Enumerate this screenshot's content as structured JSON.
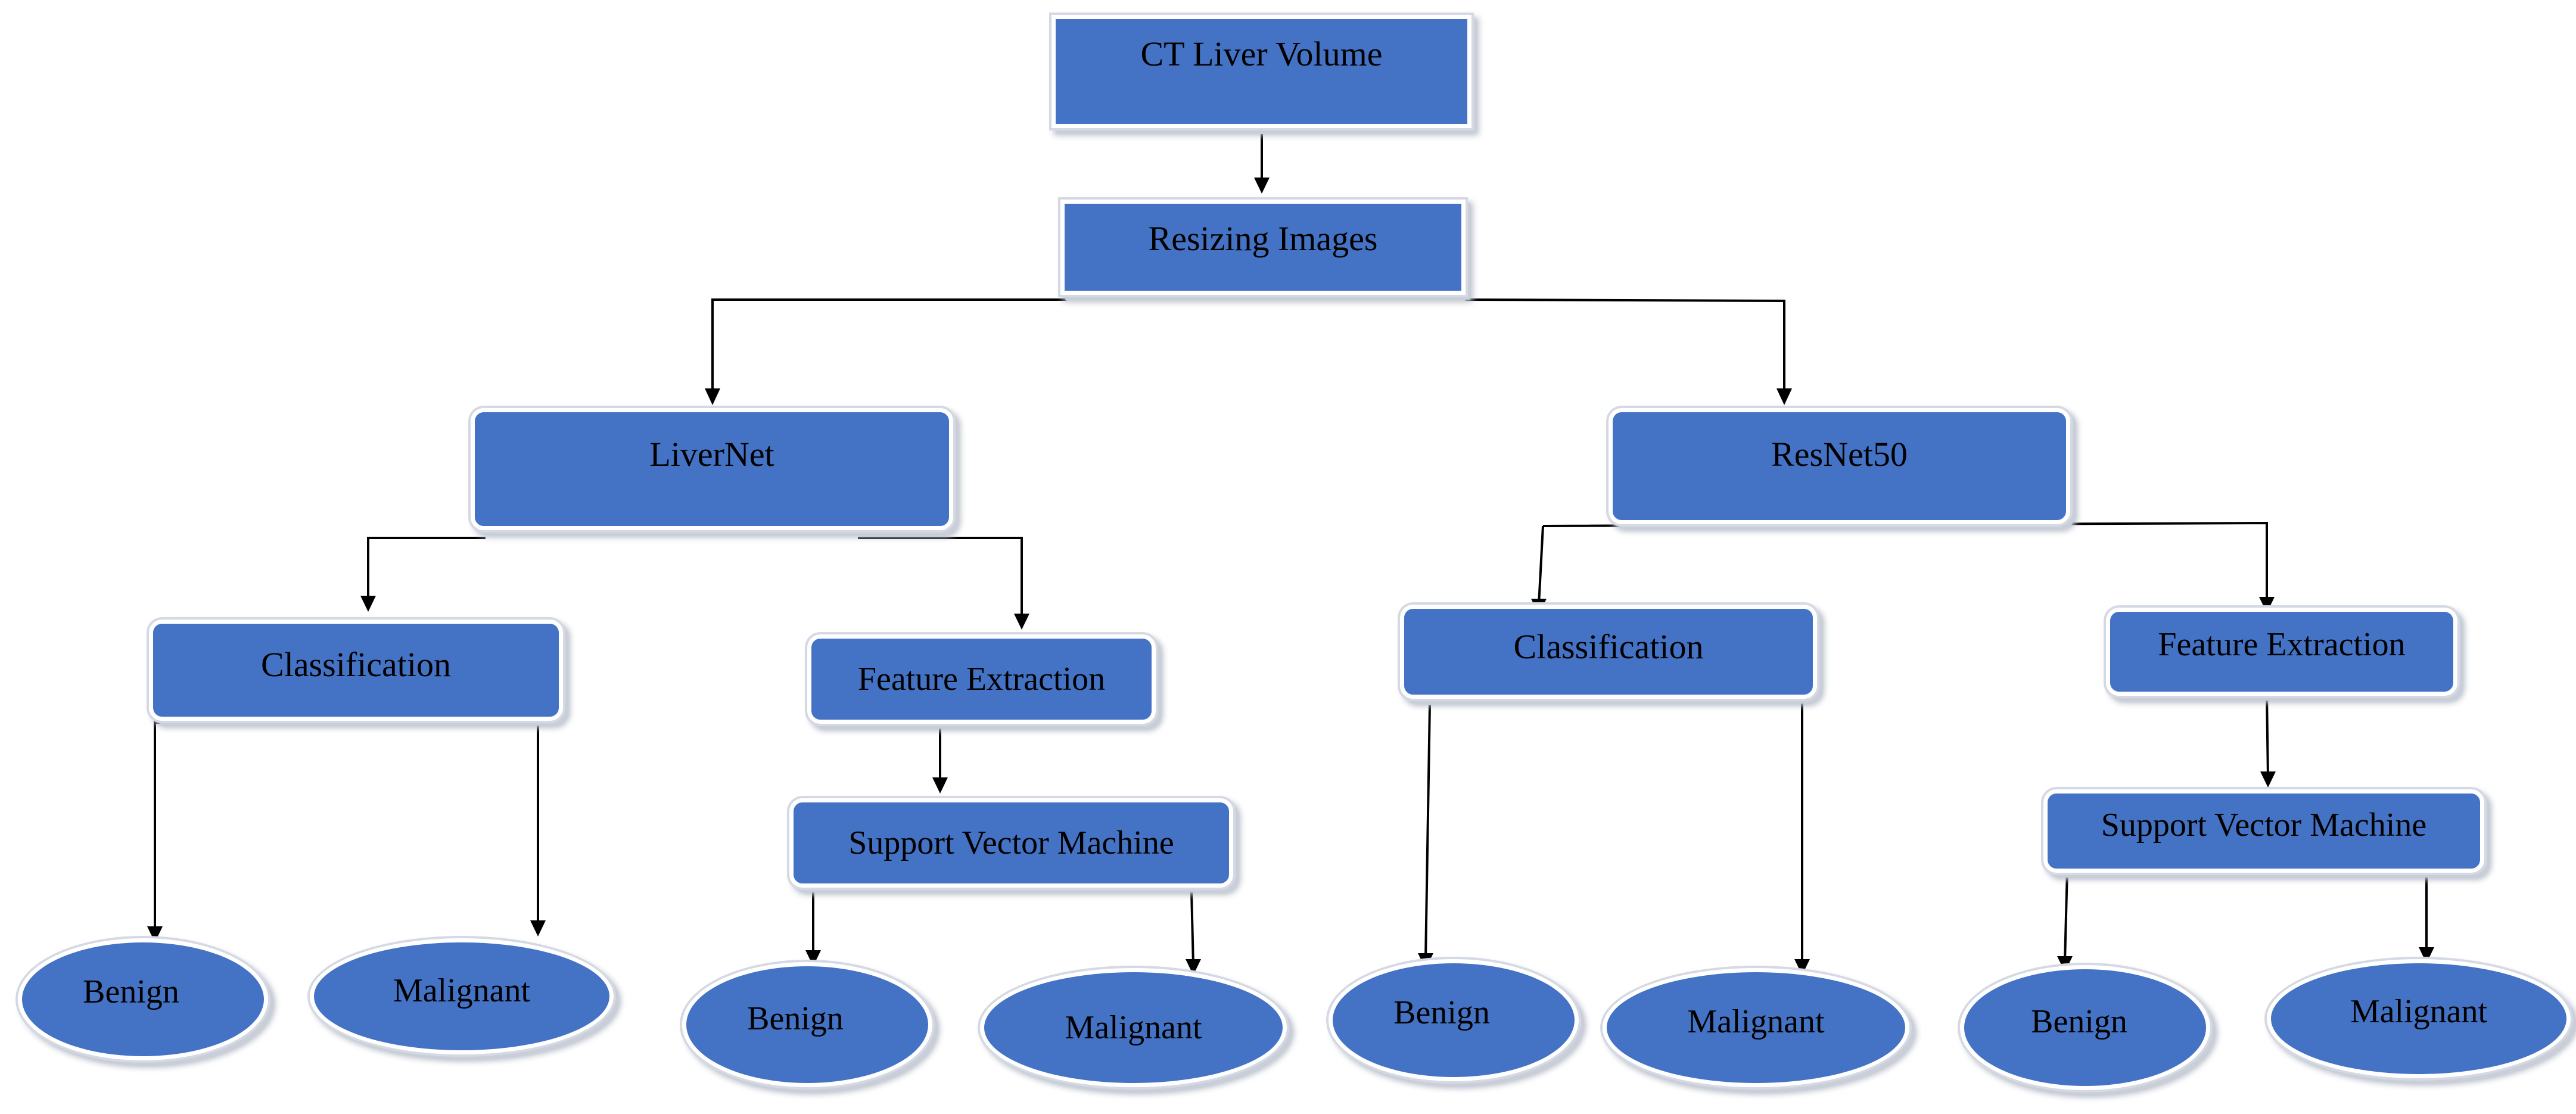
{
  "diagram": {
    "root": {
      "label": "CT Liver Volume"
    },
    "preprocess": {
      "label": "Resizing Images"
    },
    "left_model": {
      "label": "LiverNet",
      "classification": {
        "label": "Classification",
        "outputs": [
          "Benign",
          "Malignant"
        ]
      },
      "feature_extraction": {
        "label": "Feature Extraction"
      },
      "svm": {
        "label": "Support Vector Machine",
        "outputs": [
          "Benign",
          "Malignant"
        ]
      }
    },
    "right_model": {
      "label": "ResNet50",
      "classification": {
        "label": "Classification",
        "outputs": [
          "Benign",
          "Malignant"
        ]
      },
      "feature_extraction": {
        "label": "Feature Extraction"
      },
      "svm": {
        "label": "Support Vector Machine",
        "outputs": [
          "Benign",
          "Malignant"
        ]
      }
    }
  },
  "colors": {
    "node_fill": "#4472c4",
    "line": "#000000",
    "text": "#000000"
  }
}
